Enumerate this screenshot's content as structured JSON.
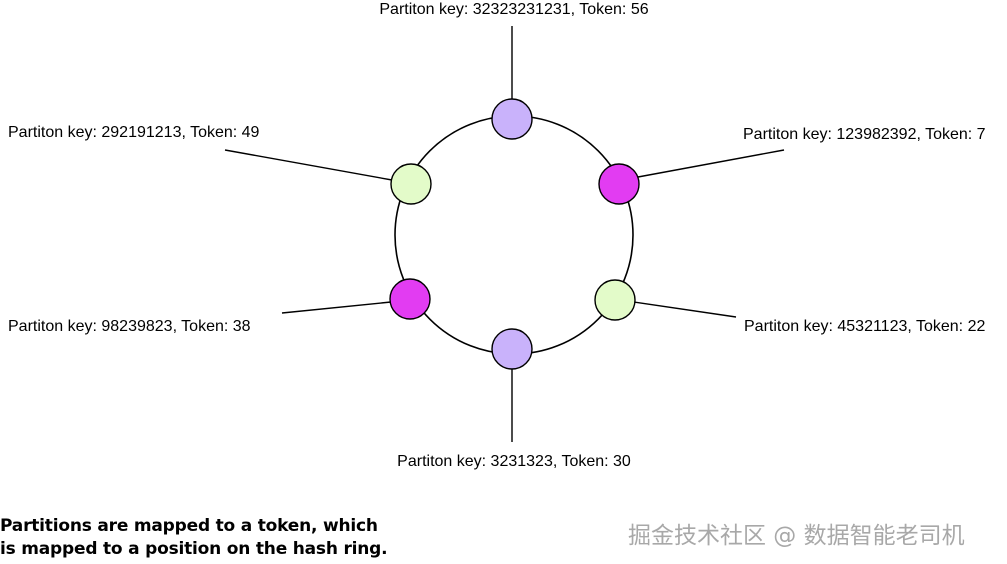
{
  "nodes": [
    {
      "id": "n56",
      "label": "Partiton key: 32323231231, Token: 56",
      "color": "#c9b2fb"
    },
    {
      "id": "n7",
      "label": "Partiton key: 123982392, Token: 7",
      "color": "#e23cf2"
    },
    {
      "id": "n22",
      "label": "Partiton key: 45321123, Token: 22",
      "color": "#e3fbc9"
    },
    {
      "id": "n30",
      "label": "Partiton key: 3231323, Token: 30",
      "color": "#c9b2fb"
    },
    {
      "id": "n38",
      "label": "Partiton key: 98239823, Token: 38",
      "color": "#e23cf2"
    },
    {
      "id": "n49",
      "label": "Partiton key: 292191213, Token: 49",
      "color": "#e3fbc9"
    }
  ],
  "caption": {
    "line1": "Partitions are mapped to a token, which",
    "line2": "is mapped to a position on the hash ring."
  },
  "watermark": "掘金技术社区 @ 数据智能老司机"
}
